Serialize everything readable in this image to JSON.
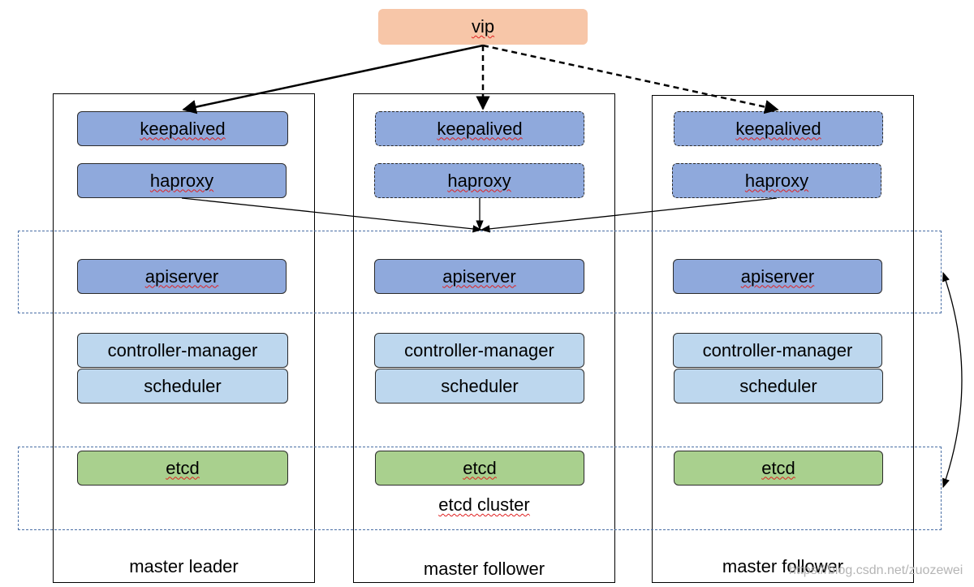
{
  "vip": {
    "label": "vip"
  },
  "columns": [
    {
      "caption": "master leader",
      "keepalived": "keepalived",
      "haproxy": "haproxy",
      "apiserver": "apiserver",
      "controller_manager": "controller-manager",
      "scheduler": "scheduler",
      "etcd": "etcd"
    },
    {
      "caption": "master follower",
      "keepalived": "keepalived",
      "haproxy": "haproxy",
      "apiserver": "apiserver",
      "controller_manager": "controller-manager",
      "scheduler": "scheduler",
      "etcd": "etcd"
    },
    {
      "caption": "master follower",
      "keepalived": "keepalived",
      "haproxy": "haproxy",
      "apiserver": "apiserver",
      "controller_manager": "controller-manager",
      "scheduler": "scheduler",
      "etcd": "etcd"
    }
  ],
  "etcd_cluster_label": "etcd cluster",
  "watermark": "https://blog.csdn.net/zuozewei",
  "colors": {
    "vip": "#f7c6a8",
    "component_dark": "#8fa9dc",
    "component_light": "#bdd7ee",
    "etcd": "#a9d08e",
    "band_border": "#4a6fa5"
  }
}
